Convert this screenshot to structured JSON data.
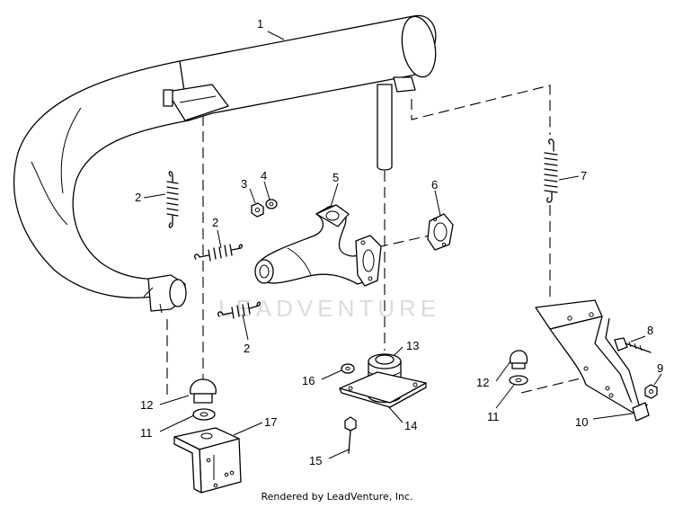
{
  "diagram": {
    "callouts": {
      "c1": "1",
      "c2a": "2",
      "c2b": "2",
      "c2c": "2",
      "c3": "3",
      "c4": "4",
      "c5": "5",
      "c6": "6",
      "c7": "7",
      "c8": "8",
      "c9": "9",
      "c10": "10",
      "c11a": "11",
      "c11b": "11",
      "c12a": "12",
      "c12b": "12",
      "c13": "13",
      "c14": "14",
      "c15": "15",
      "c16": "16",
      "c17": "17"
    },
    "watermark": "LEADVENTURE"
  },
  "footer": {
    "text": "Rendered by LeadVenture, Inc."
  }
}
